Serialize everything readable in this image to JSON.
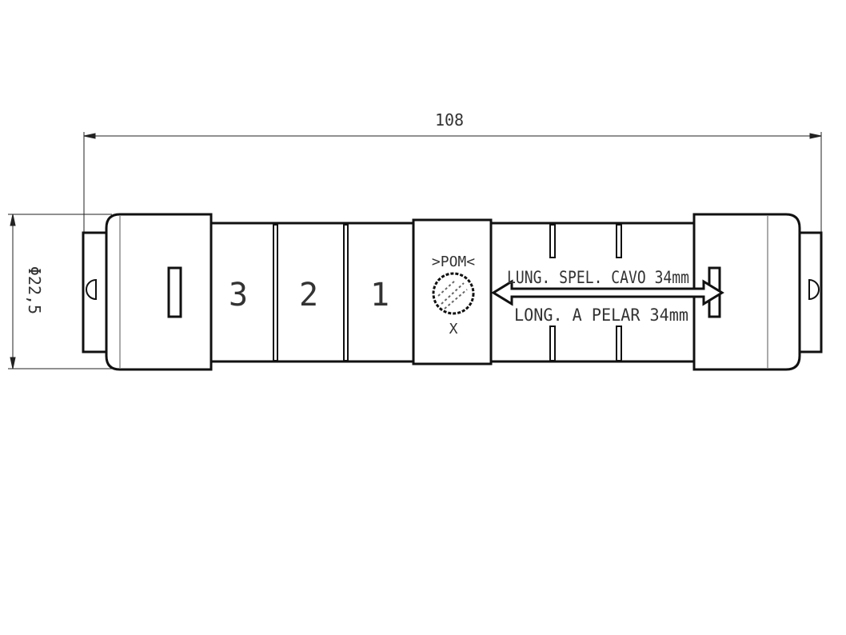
{
  "dimensions": {
    "length": "108",
    "diameter": "Φ22,5"
  },
  "labels": {
    "positions": [
      "3",
      "2",
      "1"
    ],
    "material": ">POM<",
    "mark": "X",
    "strip_length_it": "LUNG. SPEL. CAVO 34mm",
    "strip_length_es": "LONG. A PELAR 34mm"
  },
  "colors": {
    "line": "#111111",
    "text": "#333333"
  }
}
